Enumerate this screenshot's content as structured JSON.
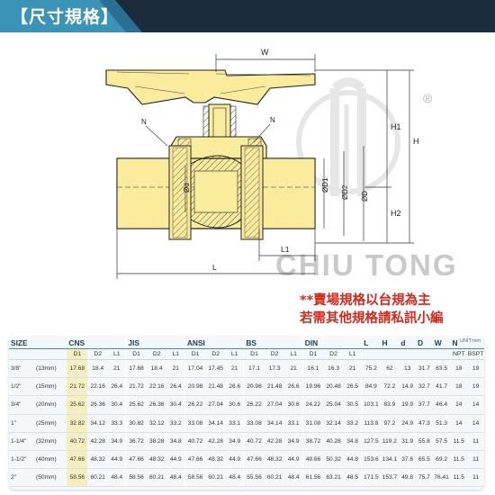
{
  "header": {
    "title": "【尺寸規格】",
    "band_color": "#1d2c3c",
    "accent_color": "#3b93b8"
  },
  "drawing": {
    "dimension_labels": {
      "w": "W",
      "h1": "H1",
      "h": "H",
      "h2": "H2",
      "n_left": "N",
      "n_right": "N",
      "d": "Ød",
      "d1": "ØD1",
      "d2": "ØD2",
      "bigd": "ØD",
      "l1": "L1",
      "l": "L"
    },
    "watermark": "CHIU TONG",
    "registered": "®",
    "body_color": "#fbeb9c"
  },
  "notes": [
    "**賣場規格以台規為主",
    "若需其他規格請私訊小編"
  ],
  "table": {
    "unit": "UNIT:mm",
    "groups": [
      "SIZE",
      "CNS",
      "JIS",
      "ANSI",
      "BS",
      "DIN",
      "L",
      "H",
      "d",
      "D",
      "W",
      "N"
    ],
    "subheaders": [
      "D1",
      "D2",
      "L1",
      "D1",
      "D2",
      "L1",
      "D1",
      "D2",
      "L1",
      "D1",
      "D2",
      "L1",
      "D1",
      "D2",
      "L1",
      "NPT",
      "BSPT"
    ],
    "rows": [
      {
        "size": "3/8\"",
        "mm": "(13mm)",
        "v": [
          "17.68",
          "18.4",
          "21",
          "17.68",
          "18.4",
          "21",
          "17.04",
          "17.45",
          "21",
          "17.1",
          "17.3",
          "21",
          "16.1",
          "16.3",
          "21",
          "75.2",
          "62",
          "13",
          "31.7",
          "63.5",
          "18",
          "19"
        ]
      },
      {
        "size": "1/2\"",
        "mm": "(15mm)",
        "v": [
          "21.72",
          "22.16",
          "26.4",
          "21.72",
          "22.16",
          "26.4",
          "20.98",
          "21.48",
          "26.6",
          "20.98",
          "21.48",
          "26.6",
          "19.96",
          "20.48",
          "26.5",
          "84.9",
          "72.2",
          "14.9",
          "32.7",
          "41.7",
          "18",
          "19"
        ]
      },
      {
        "size": "3/4\"",
        "mm": "(20mm)",
        "v": [
          "25.62",
          "26.36",
          "30.4",
          "25.62",
          "26.36",
          "30.4",
          "26.22",
          "27.04",
          "30.6",
          "26.22",
          "27.04",
          "30.6",
          "24.22",
          "25.04",
          "30.5",
          "103.1",
          "83.9",
          "19.9",
          "37.7",
          "46.4",
          "14",
          "14"
        ]
      },
      {
        "size": "1\"",
        "mm": "(25mm)",
        "v": [
          "32.82",
          "34.12",
          "33.3",
          "30.82",
          "32.12",
          "33.2",
          "33.08",
          "34.14",
          "33.1",
          "33.08",
          "34.14",
          "33.1",
          "31.08",
          "32.14",
          "33.2",
          "113.8",
          "97.2",
          "24.9",
          "47.3",
          "51.3",
          "14",
          "14"
        ]
      },
      {
        "size": "1-1/4\"",
        "mm": "(32mm)",
        "v": [
          "40.72",
          "42.28",
          "34.9",
          "36.72",
          "38.28",
          "34.8",
          "40.72",
          "42.28",
          "34.9",
          "40.72",
          "42.28",
          "34.9",
          "38.72",
          "40.28",
          "34.8",
          "127.5",
          "119.2",
          "31.9",
          "55.8",
          "57.5",
          "11.5",
          "11"
        ]
      },
      {
        "size": "1-1/2\"",
        "mm": "(40mm)",
        "v": [
          "47.66",
          "48.32",
          "44.9",
          "47.66",
          "48.32",
          "44.9",
          "47.66",
          "48.32",
          "44.9",
          "47.66",
          "48.32",
          "44.9",
          "49.66",
          "50.32",
          "44.8",
          "153.6",
          "134.1",
          "37.6",
          "65.5",
          "69.2",
          "11.5",
          "11"
        ]
      },
      {
        "size": "2\"",
        "mm": "(50mm)",
        "v": [
          "58.56",
          "60.21",
          "48.4",
          "58.56",
          "60.21",
          "48.4",
          "58.56",
          "60.21",
          "48.4",
          "55.56",
          "60.21",
          "48.4",
          "61.56",
          "63.21",
          "48.5",
          "171.5",
          "153.7",
          "49.8",
          "75.7",
          "76.41",
          "11.5",
          "11"
        ]
      }
    ]
  }
}
